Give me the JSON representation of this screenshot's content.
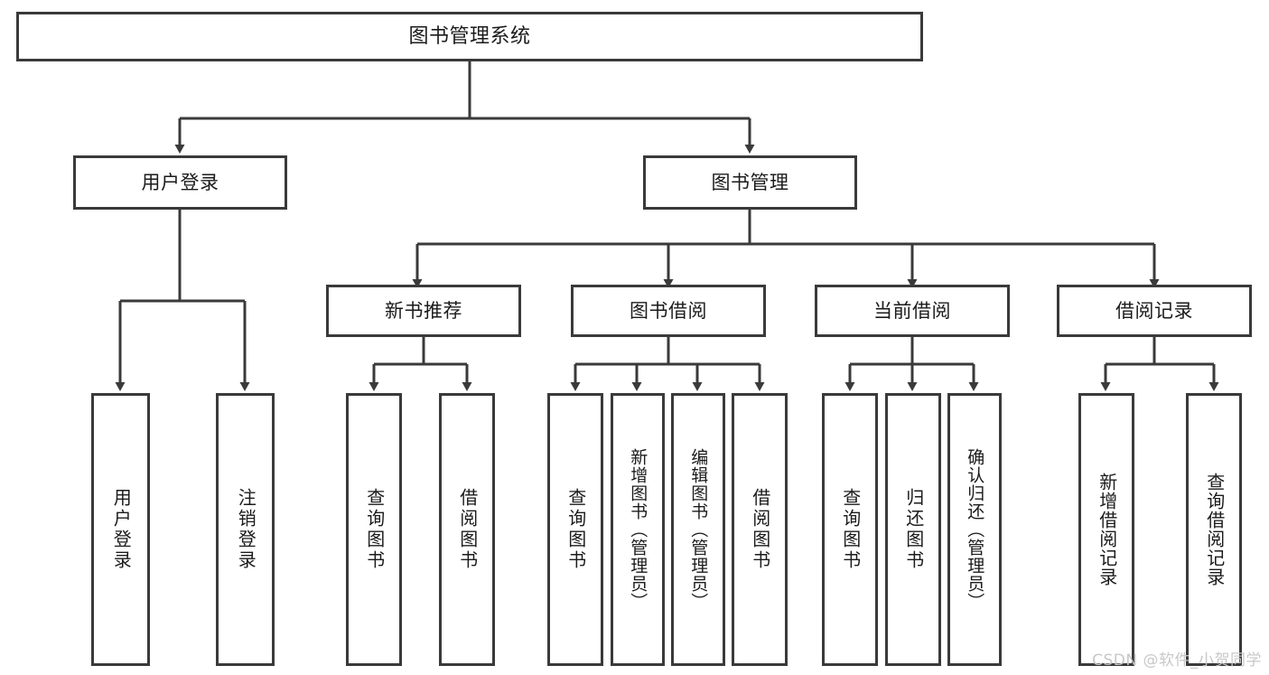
{
  "diagram": {
    "title": "图书管理系统",
    "type": "tree-hierarchy",
    "orientation": "top-down",
    "colors": {
      "background": "#ffffff",
      "node_border": "#3a3a3a",
      "node_fill": "#ffffff",
      "edge": "#3a3a3a",
      "text": "#1b1b1b",
      "watermark": "#c8c8c8"
    }
  },
  "watermark": {
    "text": "CSDN @软件_小贺同学"
  },
  "nodes": {
    "root": {
      "label": "图书管理系统"
    },
    "level1": [
      {
        "id": "user-login",
        "label": "用户登录"
      },
      {
        "id": "book-management",
        "label": "图书管理"
      }
    ],
    "level2": [
      {
        "id": "new-book-recommend",
        "label": "新书推荐"
      },
      {
        "id": "book-borrow",
        "label": "图书借阅"
      },
      {
        "id": "current-borrow",
        "label": "当前借阅"
      },
      {
        "id": "borrow-record",
        "label": "借阅记录"
      }
    ],
    "leaves": {
      "user-login": [
        {
          "id": "leaf-user-login",
          "label": "用户登录"
        },
        {
          "id": "leaf-user-logout",
          "label": "注销登录"
        }
      ],
      "new-book-recommend": [
        {
          "id": "leaf-query-book-1",
          "label": "查询图书"
        },
        {
          "id": "leaf-borrow-book-1",
          "label": "借阅图书"
        }
      ],
      "book-borrow": [
        {
          "id": "leaf-query-book-2",
          "label": "查询图书"
        },
        {
          "id": "leaf-add-book",
          "label": "新增图书（管理员）"
        },
        {
          "id": "leaf-edit-book",
          "label": "编辑图书（管理员）"
        },
        {
          "id": "leaf-borrow-book-2",
          "label": "借阅图书"
        }
      ],
      "current-borrow": [
        {
          "id": "leaf-query-book-3",
          "label": "查询图书"
        },
        {
          "id": "leaf-return-book",
          "label": "归还图书"
        },
        {
          "id": "leaf-confirm-return",
          "label": "确认归还（管理员）"
        }
      ],
      "borrow-record": [
        {
          "id": "leaf-add-record",
          "label": "新增借阅记录"
        },
        {
          "id": "leaf-query-record",
          "label": "查询借阅记录"
        }
      ]
    }
  }
}
